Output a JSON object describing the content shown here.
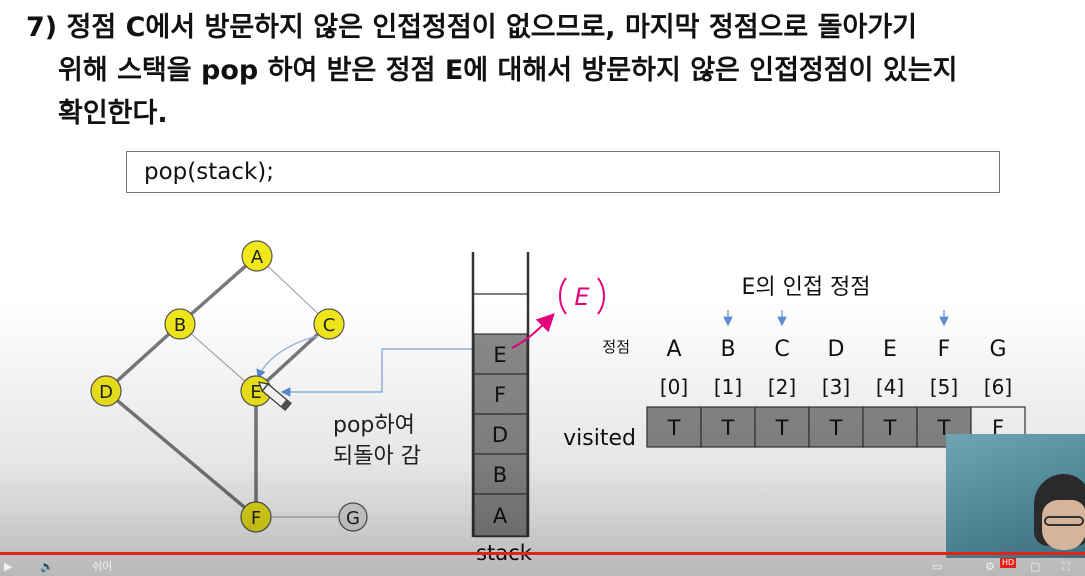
{
  "step": {
    "line1": "7) 정점 C에서 방문하지 않은 인접정점이 없으므로, 마지막 정점으로 돌아가기",
    "line2": "위해 스택을 pop 하여 받은 정점 E에 대해서 방문하지 않은 인접정점이 있는지",
    "line3": "확인한다."
  },
  "code": "pop(stack);",
  "graph": {
    "nodes": [
      {
        "label": "A",
        "visited": true
      },
      {
        "label": "B",
        "visited": true
      },
      {
        "label": "C",
        "visited": true
      },
      {
        "label": "D",
        "visited": true
      },
      {
        "label": "E",
        "visited": true
      },
      {
        "label": "F",
        "visited": true
      },
      {
        "label": "G",
        "visited": false
      }
    ],
    "colors": {
      "visited": "#f1e81a",
      "unvisited": "#e6e6e6",
      "traversed_edge": "#7a7a7a"
    }
  },
  "annotation": {
    "line1": "pop하여",
    "line2": "되돌아 감"
  },
  "stack": {
    "label": "stack",
    "items": [
      "E",
      "F",
      "D",
      "B",
      "A"
    ],
    "popped": "E",
    "popped_color": "#e6007e"
  },
  "visited_table": {
    "adjacent_title": "E의 인접 정점",
    "header_label": "정점",
    "vertices": [
      "A",
      "B",
      "C",
      "D",
      "E",
      "F",
      "G"
    ],
    "adjacent_marked": [
      "B",
      "C",
      "F"
    ],
    "indices": [
      "[0]",
      "[1]",
      "[2]",
      "[3]",
      "[4]",
      "[5]",
      "[6]"
    ],
    "row_label": "visited",
    "values": [
      "T",
      "T",
      "T",
      "T",
      "T",
      "T",
      "F"
    ]
  },
  "player": {
    "played_color": "#e62117",
    "hd_badge": "HD",
    "time_text": "쉬어"
  }
}
